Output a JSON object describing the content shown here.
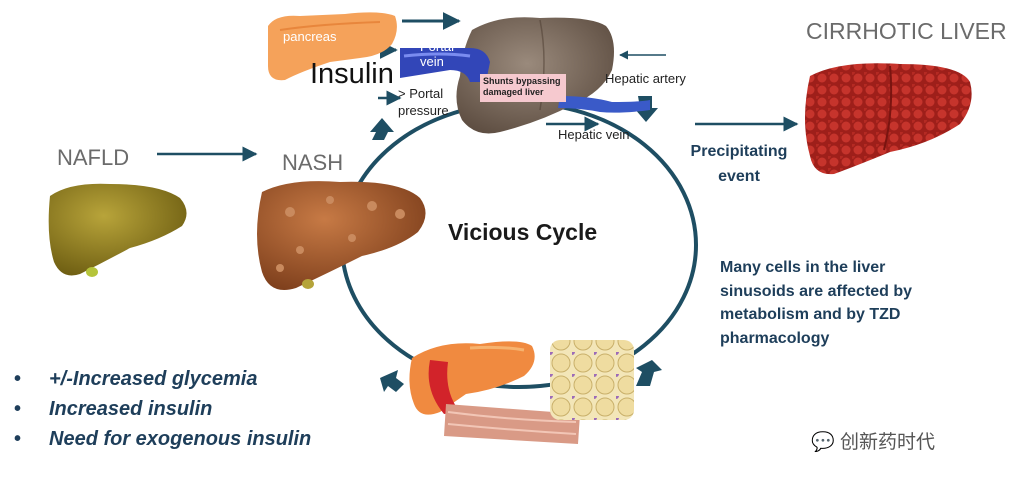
{
  "stages": {
    "nafld": "NAFLD",
    "nash": "NASH",
    "cirrhotic": "CIRRHOTIC LIVER"
  },
  "top_panel": {
    "pancreas": "pancreas",
    "insulin": "Insulin",
    "portal_vein": "Portal vein",
    "portal_pressure": "> Portal pressure",
    "shunts": "Shunts bypassing damaged liver",
    "hepatic_artery": "Hepatic artery",
    "hepatic_vein": "Hepatic vein"
  },
  "precipitating_event": "Precipitating event",
  "cycle_label": "Vicious Cycle",
  "cells_note": [
    "Many cells in the liver",
    "sinusoids are affected by",
    "metabolism and by TZD",
    "pharmacology"
  ],
  "bullets": [
    "+/-Increased glycemia",
    "Increased insulin",
    "Need for exogenous insulin"
  ],
  "watermark": "创新药时代",
  "colors": {
    "arrow": "#1e4e63",
    "text_navy": "#1e3e5a",
    "nafld_liver": "#8c7a1c",
    "nash_liver": "#a05a2e",
    "cirrhotic_liver": "#a8231f",
    "portal_vein": "#3246b8",
    "pancreas": "#f5a25a",
    "shunt_box": "#f6c9cf"
  }
}
